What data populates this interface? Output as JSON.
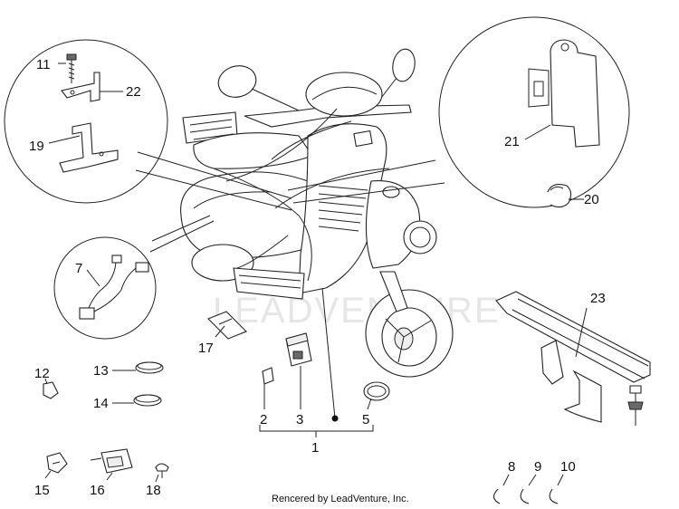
{
  "watermark": "LEADVENTURE",
  "credit": "Rencered by LeadVenture, Inc.",
  "callouts": {
    "c1": "1",
    "c2": "2",
    "c3": "3",
    "c5": "5",
    "c7": "7",
    "c8": "8",
    "c9": "9",
    "c10": "10",
    "c11": "11",
    "c12": "12",
    "c13": "13",
    "c14": "14",
    "c15": "15",
    "c16": "16",
    "c17": "17",
    "c18": "18",
    "c19": "19",
    "c20": "20",
    "c21": "21",
    "c22": "22",
    "c23": "23"
  }
}
